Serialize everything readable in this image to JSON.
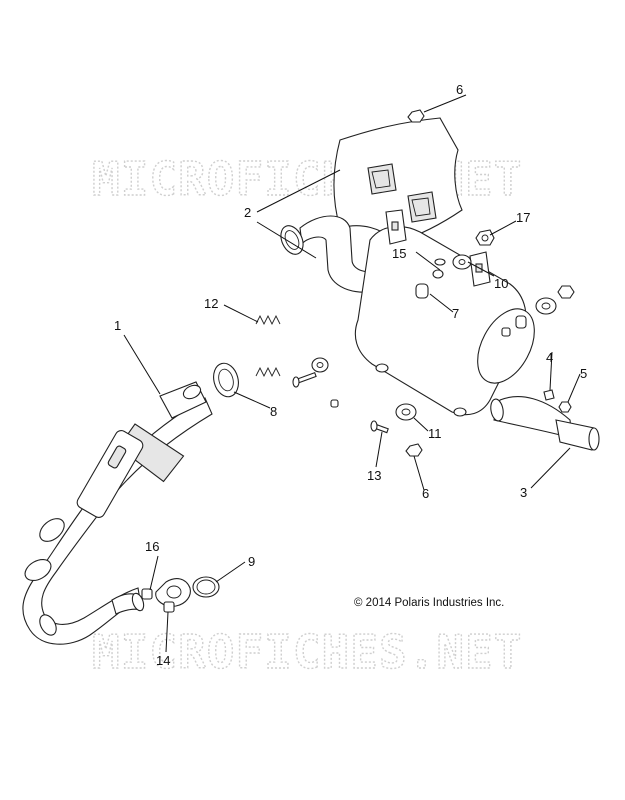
{
  "watermark": "MICROFICHES.NET",
  "copyright": "© 2014 Polaris Industries Inc.",
  "callouts": [
    {
      "id": "c1",
      "label": "1"
    },
    {
      "id": "c2",
      "label": "2"
    },
    {
      "id": "c3",
      "label": "3"
    },
    {
      "id": "c4",
      "label": "4"
    },
    {
      "id": "c5",
      "label": "5"
    },
    {
      "id": "c6a",
      "label": "6"
    },
    {
      "id": "c6b",
      "label": "6"
    },
    {
      "id": "c7",
      "label": "7"
    },
    {
      "id": "c8",
      "label": "8"
    },
    {
      "id": "c9",
      "label": "9"
    },
    {
      "id": "c10",
      "label": "10"
    },
    {
      "id": "c11",
      "label": "11"
    },
    {
      "id": "c12",
      "label": "12"
    },
    {
      "id": "c13",
      "label": "13"
    },
    {
      "id": "c14",
      "label": "14"
    },
    {
      "id": "c15",
      "label": "15"
    },
    {
      "id": "c16",
      "label": "16"
    },
    {
      "id": "c17",
      "label": "17"
    }
  ]
}
